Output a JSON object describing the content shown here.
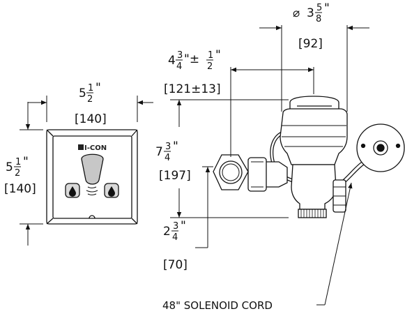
{
  "panel": {
    "width": {
      "whole": "5",
      "num": "1",
      "den": "2",
      "unit": "\"",
      "metric": "[140]"
    },
    "height": {
      "whole": "5",
      "num": "1",
      "den": "2",
      "unit": "\"",
      "metric": "[140]"
    },
    "brand_label": "I-CON"
  },
  "valve": {
    "diameter": {
      "symbol": "⌀",
      "whole": "3",
      "num": "5",
      "den": "8",
      "unit": "\"",
      "metric": "[92]"
    },
    "offset": {
      "whole": "4",
      "num": "3",
      "den": "4",
      "tol_sign": "\"±",
      "tol_num": "1",
      "tol_den": "2",
      "unit": "\"",
      "metric": "[121±13]"
    },
    "height": {
      "whole": "7",
      "num": "3",
      "den": "4",
      "unit": "\"",
      "metric": "[197]"
    },
    "outlet": {
      "whole": "2",
      "num": "3",
      "den": "4",
      "unit": "\"",
      "metric": "[70]"
    }
  },
  "cord_label": "48\" SOLENOID CORD",
  "icons": {
    "left_button": "water-drop-icon",
    "right_button": "water-drop-icon",
    "sensor": "sensor-window-icon"
  }
}
